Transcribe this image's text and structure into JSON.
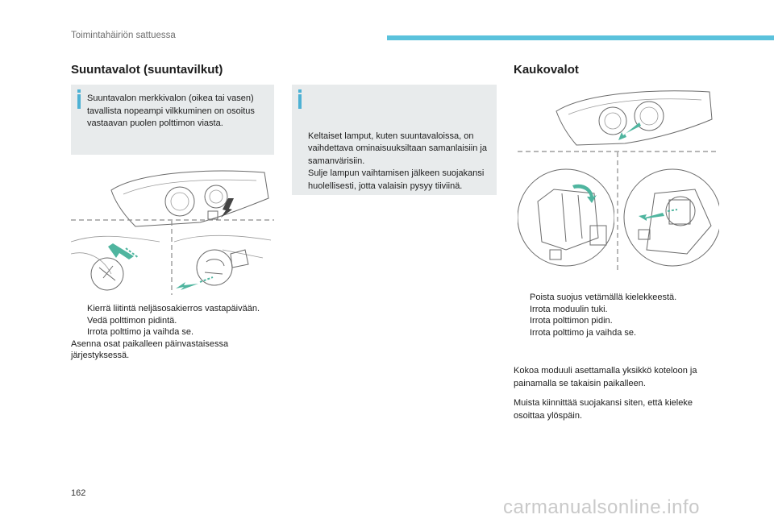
{
  "header": {
    "title": "Toimintahäiriön sattuessa"
  },
  "left": {
    "heading": "Suuntavalot (suuntavilkut)",
    "note": "Suuntavalon merkkivalon (oikea tai vasen) tavallista nopeampi vilkkuminen on osoitus vastaavan puolen polttimon viasta.",
    "steps": [
      "Kierrä liitintä neljäsosakierros vastapäivään.",
      "Vedä polttimon pidintä.",
      "Irrota polttimo ja vaihda se."
    ],
    "closing": "Asenna osat paikalleen päinvastaisessa järjestyksessä."
  },
  "middle": {
    "note": "Keltaiset lamput, kuten suuntavaloissa, on vaihdettava ominaisuuksiltaan samanlaisiin ja samanvärisiin.\nSulje lampun vaihtamisen jälkeen suojakansi huolellisesti, jotta valaisin pysyy tiiviinä."
  },
  "right": {
    "heading": "Kaukovalot",
    "steps": [
      "Poista suojus vetämällä kielekkeestä.",
      "Irrota moduulin tuki.",
      "Irrota polttimon pidin.",
      "Irrota polttimo ja vaihda se."
    ],
    "para1": "Kokoa moduuli asettamalla yksikkö koteloon ja painamalla se takaisin paikalleen.",
    "para2": "Muista kiinnittää suojakansi siten, että kieleke osoittaa ylöspäin."
  },
  "bullet_marker": "",
  "page_number": "162",
  "watermark": "carmanualsonline.info",
  "colors": {
    "accent": "#5bc2dc",
    "note_bg": "#e8ebec",
    "arrow": "#4fb59f"
  }
}
